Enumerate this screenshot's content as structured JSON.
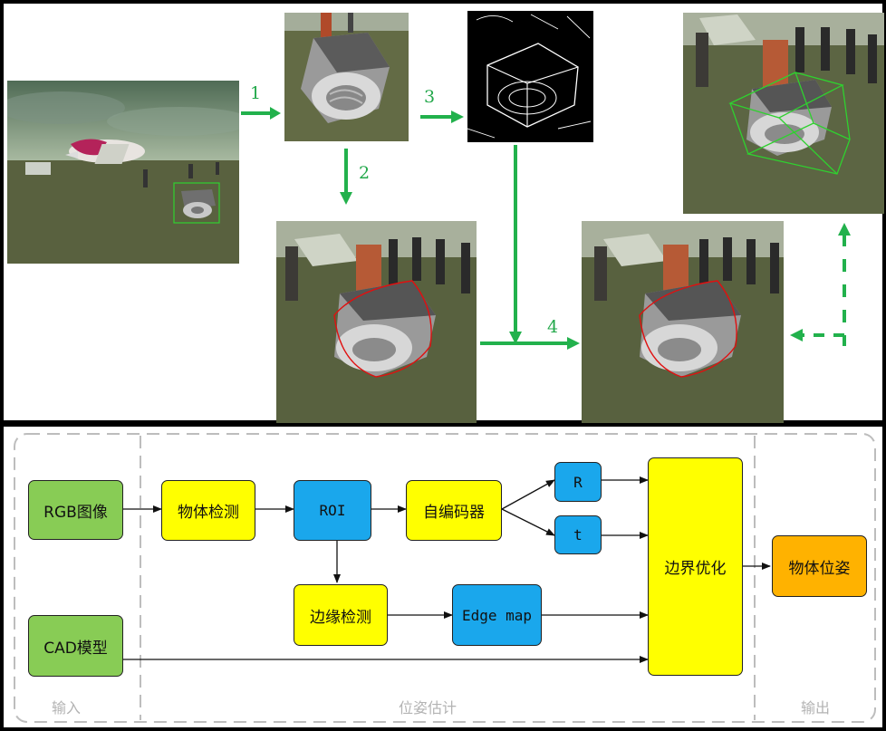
{
  "top": {
    "step_labels": [
      "1",
      "2",
      "3",
      "4"
    ],
    "colors": {
      "arrow": "#22b14c",
      "bbox": "#2fd12f",
      "contour": "#e01010"
    }
  },
  "bottom": {
    "regions": {
      "input": "输入",
      "pose_estimation": "位姿估计",
      "output": "输出"
    },
    "nodes": {
      "rgb": "RGB图像",
      "cad": "CAD模型",
      "detect": "物体检测",
      "roi": "ROI",
      "autoencoder": "自编码器",
      "r": "R",
      "t": "t",
      "edge_detect": "边缘检测",
      "edge_map": "Edge map",
      "refine": "边界优化",
      "pose": "物体位姿"
    },
    "colors": {
      "green": "#88cc55",
      "yellow": "#ffff00",
      "blue": "#1aa7ec",
      "orange": "#ffb200"
    }
  }
}
